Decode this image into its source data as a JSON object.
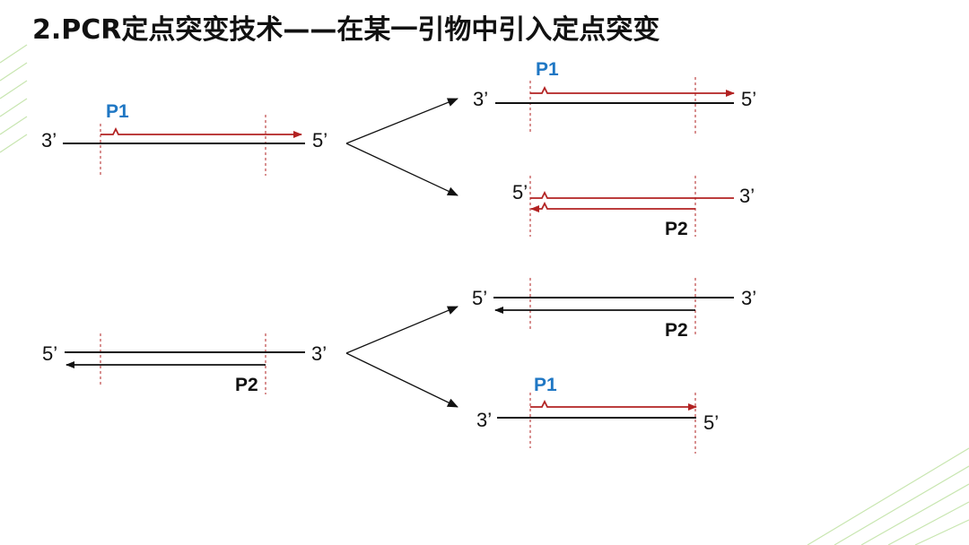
{
  "title": "2.PCR定点突变技术——在某一引物中引入定点突变",
  "colors": {
    "primer_p1_label": "#1f77c4",
    "primer_p2_label": "#111111",
    "mutant_strand": "#b22222",
    "template_strand": "#111111",
    "deco": "#9ed17a"
  },
  "panels": {
    "top_left": {
      "left_end": "3’",
      "right_end": "5’",
      "primer": "P1"
    },
    "top_right_a": {
      "left_end": "3’",
      "right_end": "5’",
      "primer": "P1"
    },
    "top_right_b": {
      "left_end": "5’",
      "right_end": "3’",
      "primer": "P2"
    },
    "bottom_left": {
      "left_end": "5’",
      "right_end": "3’",
      "primer": "P2"
    },
    "bottom_right_a": {
      "left_end": "5’",
      "right_end": "3’",
      "primer": "P2"
    },
    "bottom_right_b": {
      "left_end": "3’",
      "right_end": "5’",
      "primer": "P1"
    }
  }
}
